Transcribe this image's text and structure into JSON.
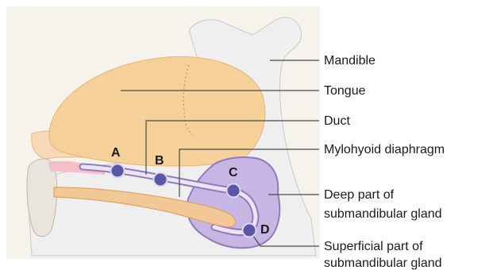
{
  "labels": {
    "mandible": "Mandible",
    "tongue": "Tongue",
    "duct": "Duct",
    "mylohyoid": "Mylohyoid diaphragm",
    "deep_line1": "Deep part of",
    "deep_line2": "submandibular gland",
    "superficial_line1": "Superficial part of",
    "superficial_line2": "submandibular gland"
  },
  "points": {
    "a": "A",
    "b": "B",
    "c": "C",
    "d": "D"
  },
  "colors": {
    "background_panel": "#f6f3ec",
    "mandible": "#efefef",
    "tongue": "#f6d29a",
    "gland": "#c7b5e3",
    "duct": "#e6dcf2",
    "mylohyoid": "#f2c896",
    "lip": "#f4bfc8",
    "point": "#5a58a6",
    "leader": "#4a4a4a"
  }
}
